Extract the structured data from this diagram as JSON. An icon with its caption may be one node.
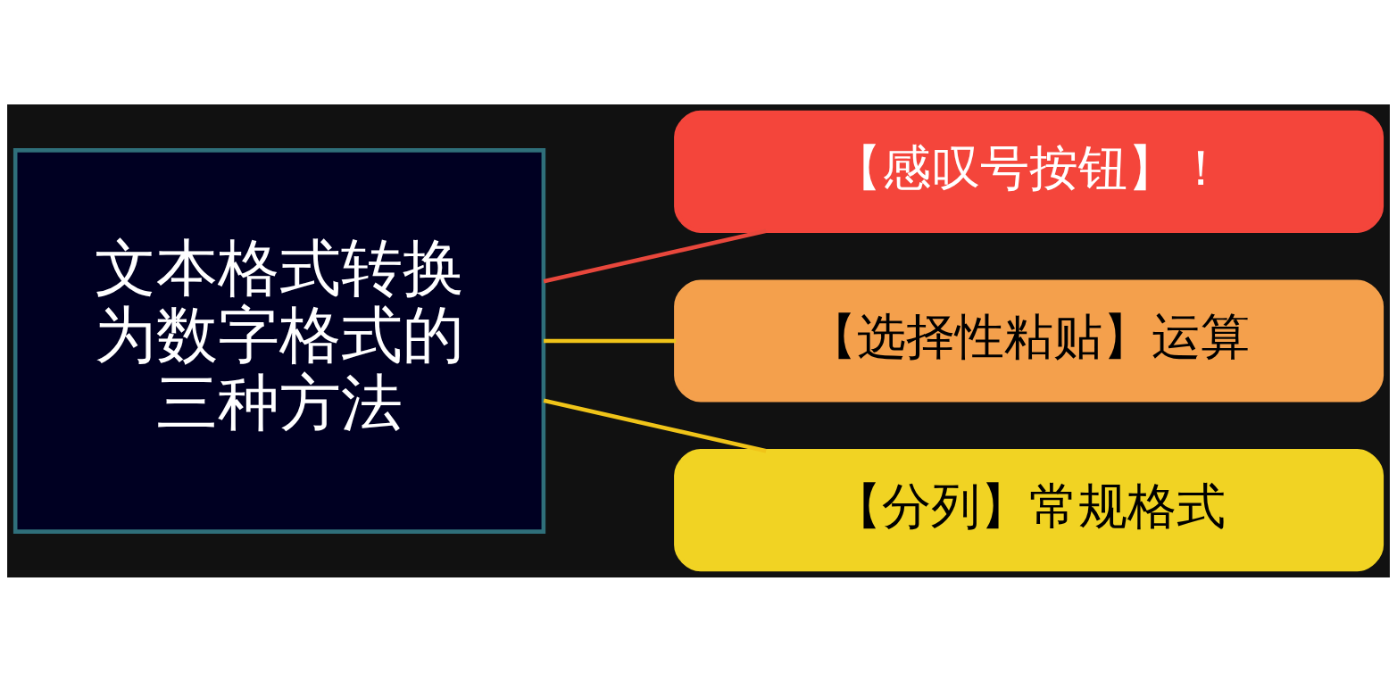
{
  "diagram": {
    "nodes": [
      {
        "text": [
          "文本格式转换为数字格式的三种方法"
        ]
      },
      {
        "text": [
          "【感叹号按钮】！"
        ]
      },
      {
        "text": [
          "【选择性粘贴】运算"
        ]
      },
      {
        "text": [
          "【分列】常规格式"
        ]
      }
    ],
    "edges": [
      {
        "from": 0,
        "to": 1,
        "arrow": "none",
        "color": "#e8473c"
      },
      {
        "from": 0,
        "to": 2,
        "arrow": "none",
        "color": "#f0c419"
      },
      {
        "from": 0,
        "to": 3,
        "arrow": "none",
        "color": "#f0c419"
      }
    ]
  }
}
